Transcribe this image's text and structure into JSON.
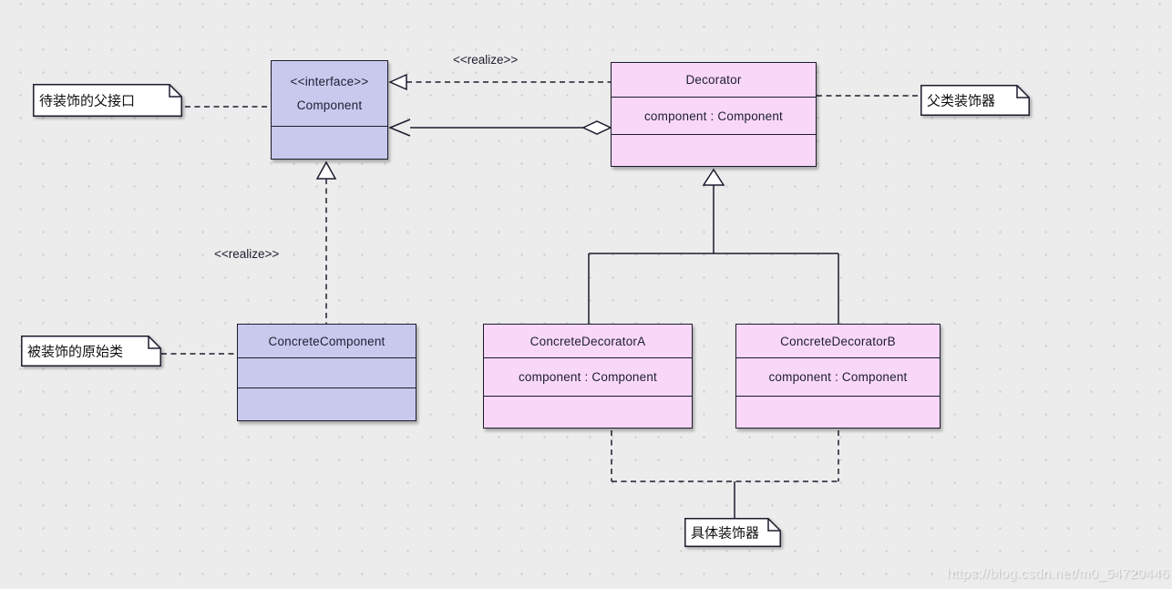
{
  "classes": {
    "component": {
      "stereotype": "<<interface>>",
      "name": "Component"
    },
    "decorator": {
      "name": "Decorator",
      "attribute": "component : Component"
    },
    "concrete_component": {
      "name": "ConcreteComponent"
    },
    "concrete_decorator_a": {
      "name": "ConcreteDecoratorA",
      "attribute": "component : Component"
    },
    "concrete_decorator_b": {
      "name": "ConcreteDecoratorB",
      "attribute": "component : Component"
    }
  },
  "notes": {
    "parent_interface": "待装饰的父接口",
    "parent_decorator": "父类装饰器",
    "original_class": "被装饰的原始类",
    "concrete_decorator": "具体装饰器"
  },
  "labels": {
    "realize_top": "<<realize>>",
    "realize_left": "<<realize>>"
  },
  "watermark": "https://blog.csdn.net/m0_54720446",
  "colors": {
    "interface_fill": "#c9c9ee",
    "decorator_fill": "#f8d7f8",
    "note_fill": "#ffffff",
    "line": "#1c1c2e",
    "background": "#ececec"
  }
}
